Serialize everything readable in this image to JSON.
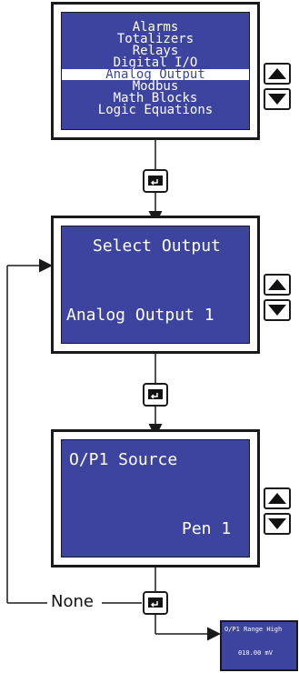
{
  "panel1": {
    "menu": [
      "Alarms",
      "Totalizers",
      "Relays",
      "Digital I/O",
      "Analog Output",
      "Modbus",
      "Math Blocks",
      "Logic Equations"
    ],
    "selected_index": 4
  },
  "panel2": {
    "title": "Select Output",
    "value": "Analog Output 1"
  },
  "panel3": {
    "title": "O/P1 Source",
    "value": "Pen 1"
  },
  "loop_label": "None",
  "panel4": {
    "title": "O/P1 Range High",
    "value": "010.00  mV"
  },
  "colors": {
    "screen": "#3c44a0",
    "line": "#1a1a1a"
  },
  "icons": [
    "up-arrow-icon",
    "down-arrow-icon",
    "enter-icon"
  ]
}
